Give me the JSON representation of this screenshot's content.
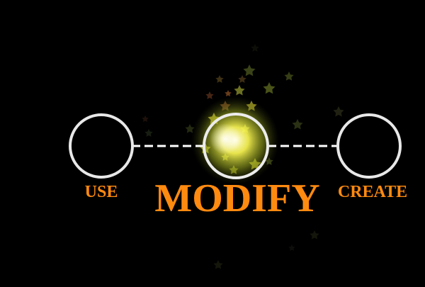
{
  "steps": [
    {
      "id": "use",
      "label": "USE",
      "active": false
    },
    {
      "id": "modify",
      "label": "MODIFY",
      "active": true
    },
    {
      "id": "create",
      "label": "CREATE",
      "active": false
    }
  ],
  "colors": {
    "background": "#000000",
    "circle_stroke": "#e8e8e8",
    "connector": "#ffffff",
    "label": "#ff8a10",
    "glow_core": "#fff6b0",
    "glow_mid": "#e8e020",
    "star_dim": "#6a7a2a",
    "star_warm": "#a0602a"
  },
  "icons": [
    "star-icon"
  ]
}
